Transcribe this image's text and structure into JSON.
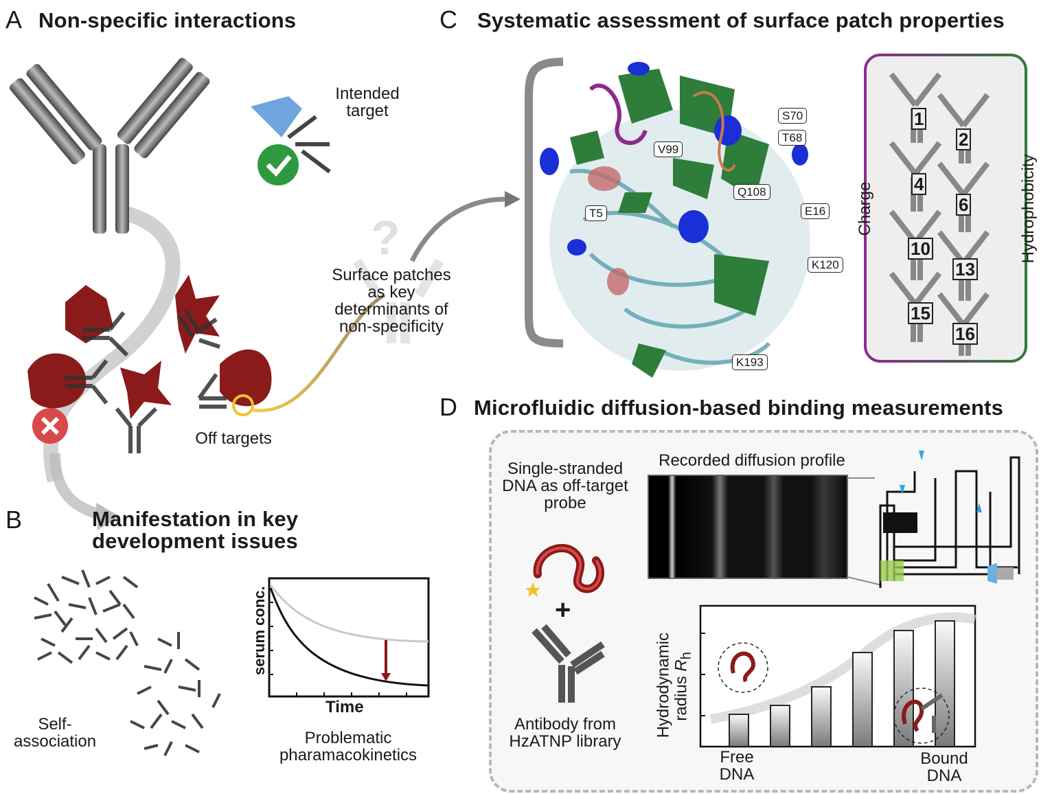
{
  "panels": {
    "A": {
      "letter": "A",
      "title": "Non-specific interactions",
      "intended_target": "Intended target",
      "off_targets": "Off targets",
      "surface_patches": "Surface patches as key determinants of non-specificity"
    },
    "B": {
      "letter": "B",
      "title_line1": "Manifestation in key",
      "title_line2": "development issues",
      "self_association": "Self-association",
      "pk_label": "Problematic pharamacokinetics",
      "pk_plot": {
        "xlabel": "Time",
        "ylabel": "serum conc."
      }
    },
    "C": {
      "letter": "C",
      "title": "Systematic assessment of surface patch properties",
      "residues": [
        "S70",
        "T68",
        "V99",
        "Q108",
        "E16",
        "T5",
        "K120",
        "K193"
      ],
      "variants": [
        "1",
        "2",
        "4",
        "6",
        "10",
        "13",
        "15",
        "16"
      ],
      "axis_charge": "Charge",
      "axis_hydrophobicity": "Hydrophobicity"
    },
    "D": {
      "letter": "D",
      "title": "Microfluidic diffusion-based binding measurements",
      "probe": "Single-stranded DNA as off-target probe",
      "antibody": "Antibody from HzATNP library",
      "profile": "Recorded diffusion profile",
      "plus": "+",
      "rh_label": "Hydrodynamic radius",
      "rh_symbol": "R",
      "rh_sub": "h",
      "free_dna": "Free DNA",
      "bound_dna": "Bound DNA"
    }
  },
  "colors": {
    "dark_red": "#8b1a1a",
    "green": "#2e7d3a",
    "purple": "#8e2a8e",
    "blue": "#1a2fd6",
    "yellow": "#f2c12e",
    "teal": "#6aa8b5"
  }
}
